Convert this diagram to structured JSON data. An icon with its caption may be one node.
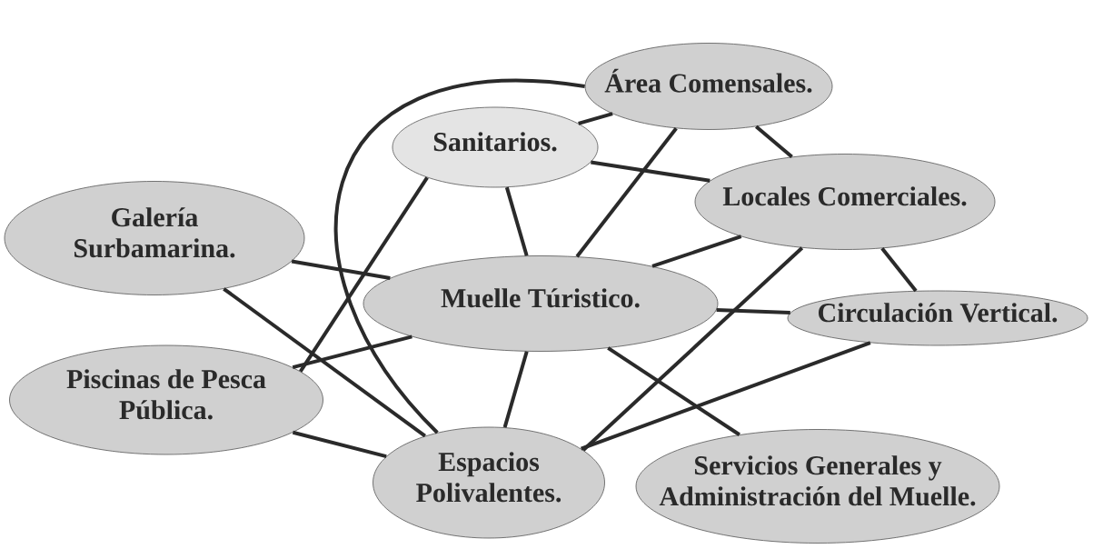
{
  "diagram": {
    "nodes": [
      {
        "text": [
          "Área Comensales."
        ]
      },
      {
        "text": [
          "Sanitarios."
        ]
      },
      {
        "text": [
          "Galería Surbamarina."
        ]
      },
      {
        "text": [
          "Locales Comerciales."
        ]
      },
      {
        "text": [
          "Muelle Túristico."
        ]
      },
      {
        "text": [
          "Circulación Vertical."
        ]
      },
      {
        "text": [
          "Piscinas de Pesca Pública."
        ]
      },
      {
        "text": [
          "Espacios Polivalentes."
        ]
      },
      {
        "text": [
          "Servicios Generales y Administración del Muelle."
        ]
      }
    ],
    "edges": [
      {
        "from": 0,
        "to": 1,
        "arrow": "none"
      },
      {
        "from": 0,
        "to": 4,
        "arrow": "none"
      },
      {
        "from": 0,
        "to": 3,
        "arrow": "none"
      },
      {
        "from": 0,
        "to": 7,
        "arrow": "none"
      },
      {
        "from": 1,
        "to": 3,
        "arrow": "none"
      },
      {
        "from": 1,
        "to": 4,
        "arrow": "none"
      },
      {
        "from": 1,
        "to": 6,
        "arrow": "none"
      },
      {
        "from": 2,
        "to": 4,
        "arrow": "none"
      },
      {
        "from": 2,
        "to": 7,
        "arrow": "none"
      },
      {
        "from": 3,
        "to": 4,
        "arrow": "none"
      },
      {
        "from": 3,
        "to": 5,
        "arrow": "none"
      },
      {
        "from": 3,
        "to": 7,
        "arrow": "none"
      },
      {
        "from": 4,
        "to": 5,
        "arrow": "none"
      },
      {
        "from": 4,
        "to": 7,
        "arrow": "none"
      },
      {
        "from": 4,
        "to": 6,
        "arrow": "none"
      },
      {
        "from": 4,
        "to": 8,
        "arrow": "none"
      },
      {
        "from": 5,
        "to": 7,
        "arrow": "none"
      },
      {
        "from": 6,
        "to": 7,
        "arrow": "none"
      }
    ]
  }
}
